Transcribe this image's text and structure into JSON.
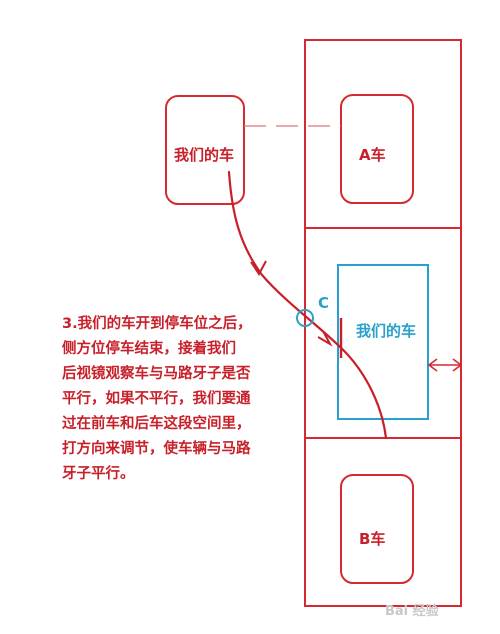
{
  "labels": {
    "our_car_top": "我们的车",
    "car_a": "A车",
    "our_car_parked": "我们的车",
    "point_c": "C",
    "car_b": "B车"
  },
  "description": [
    "3.我们的车开到停车位之后，",
    "侧方位停车结束，接着我们",
    "后视镜观察车与马路牙子是否",
    "平行，如果不平行，我们要通",
    "过在前车和后车这段空间里，",
    "打方向来调节，使车辆与马路",
    "牙子平行。"
  ],
  "watermark": "Bai 经验",
  "colors": {
    "red": "#c8202a",
    "blue": "#2aa0cc"
  }
}
